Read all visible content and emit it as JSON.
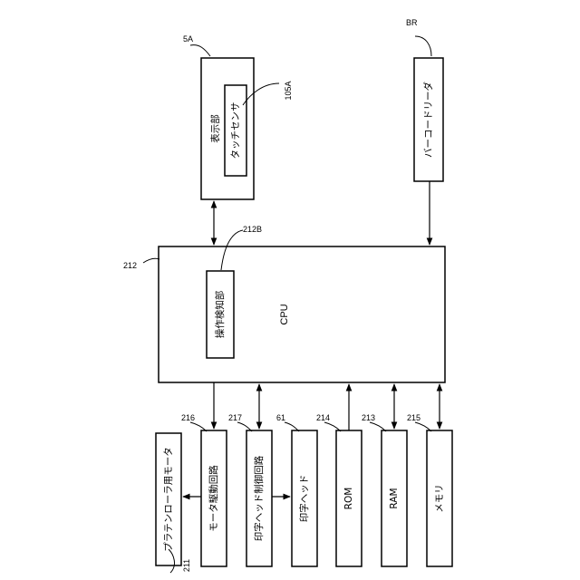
{
  "blocks": {
    "display": {
      "label": "表示部",
      "ref": "5A"
    },
    "touch_sensor": {
      "label": "タッチセンサ",
      "ref": "105A"
    },
    "barcode_reader": {
      "label": "バーコードリーダ",
      "ref": "BR"
    },
    "cpu": {
      "label": "CPU",
      "ref": "212"
    },
    "operation_detector": {
      "label": "操作検知部",
      "ref": "212B"
    },
    "platen_motor": {
      "label": "プラテンローラ用モータ",
      "ref": "211"
    },
    "motor_driver": {
      "label": "モータ駆動回路",
      "ref": "216"
    },
    "head_control": {
      "label": "印字ヘッド制御回路",
      "ref": "217"
    },
    "print_head": {
      "label": "印字ヘッド",
      "ref": "61"
    },
    "rom": {
      "label": "ROM",
      "ref": "214"
    },
    "ram": {
      "label": "RAM",
      "ref": "213"
    },
    "memory": {
      "label": "メモリ",
      "ref": "215"
    }
  }
}
